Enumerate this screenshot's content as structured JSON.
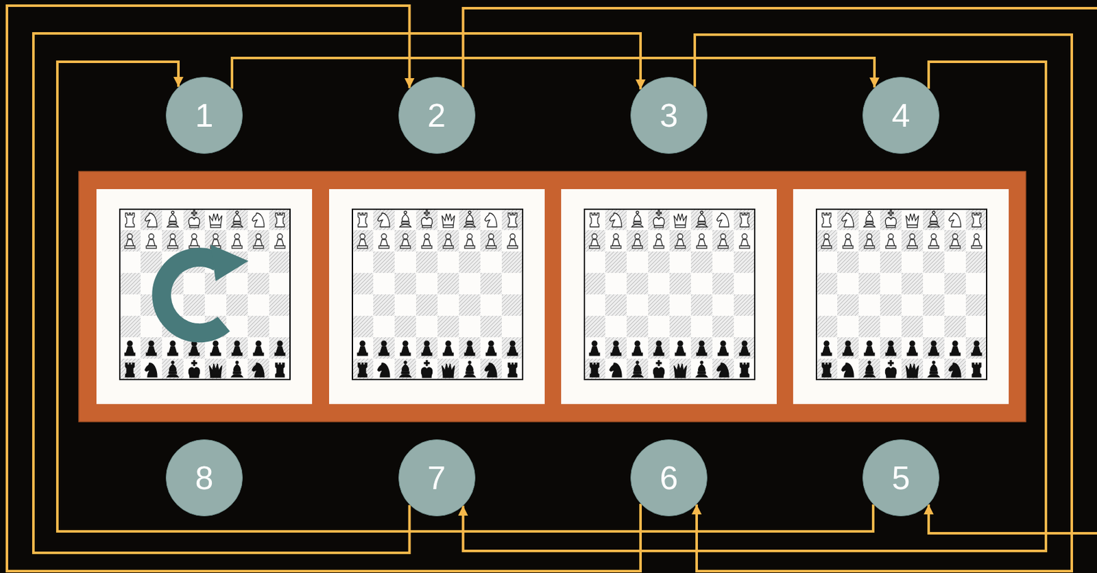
{
  "diagram": {
    "nodes": [
      {
        "text": [
          "1"
        ]
      },
      {
        "text": [
          "2"
        ]
      },
      {
        "text": [
          "3"
        ]
      },
      {
        "text": [
          "4"
        ]
      },
      {
        "text": [
          "5"
        ]
      },
      {
        "text": [
          "6"
        ]
      },
      {
        "text": [
          "7"
        ]
      },
      {
        "text": [
          "8"
        ]
      }
    ],
    "edges": [
      {
        "from": 0,
        "to": 3,
        "arrow": "to"
      },
      {
        "from": 1,
        "to": 4,
        "arrow": "to"
      },
      {
        "from": 2,
        "to": 5,
        "arrow": "to"
      },
      {
        "from": 3,
        "to": 6,
        "arrow": "to"
      },
      {
        "from": 4,
        "to": 0,
        "arrow": "to"
      },
      {
        "from": 5,
        "to": 1,
        "arrow": "to"
      },
      {
        "from": 6,
        "to": 2,
        "arrow": "to"
      }
    ]
  }
}
